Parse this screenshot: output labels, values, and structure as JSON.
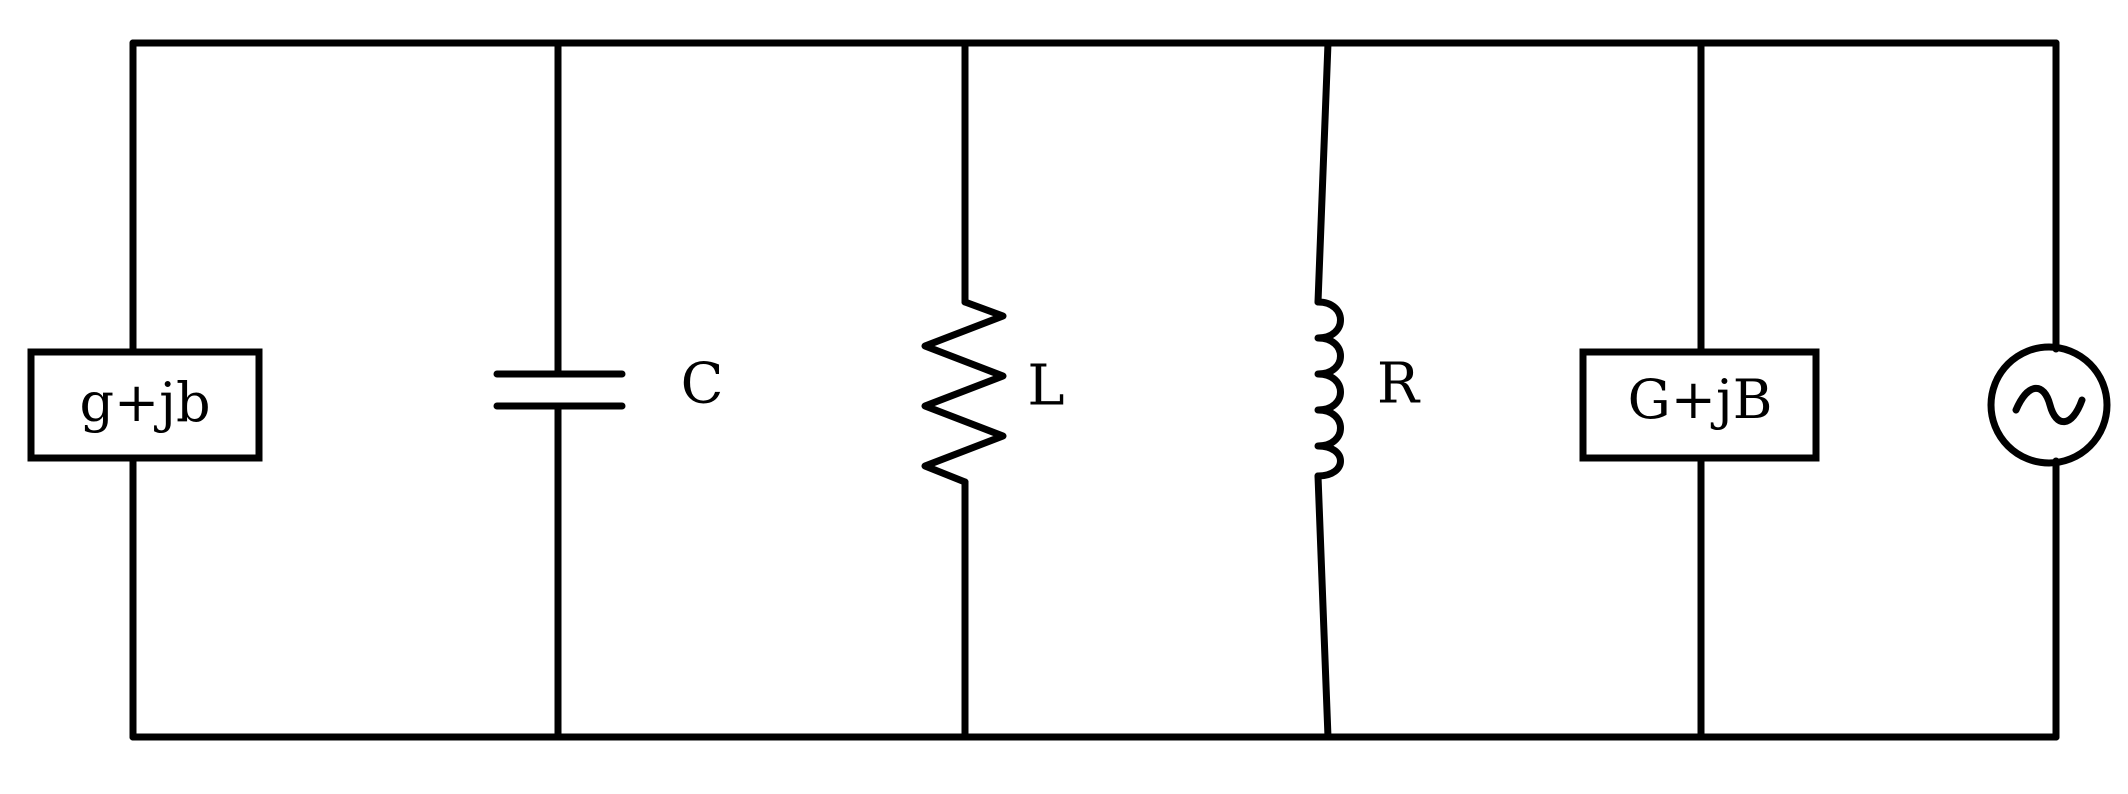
{
  "colors": {
    "line": "#000000",
    "background": "#ffffff"
  },
  "diagram": {
    "load_left": {
      "label": "g+jb"
    },
    "capacitor": {
      "label": "C"
    },
    "zigzag_element": {
      "label": "L"
    },
    "coil_element": {
      "label": "R"
    },
    "load_right": {
      "label": "G+jB"
    },
    "source": {
      "icon": "ac-source-icon"
    }
  }
}
